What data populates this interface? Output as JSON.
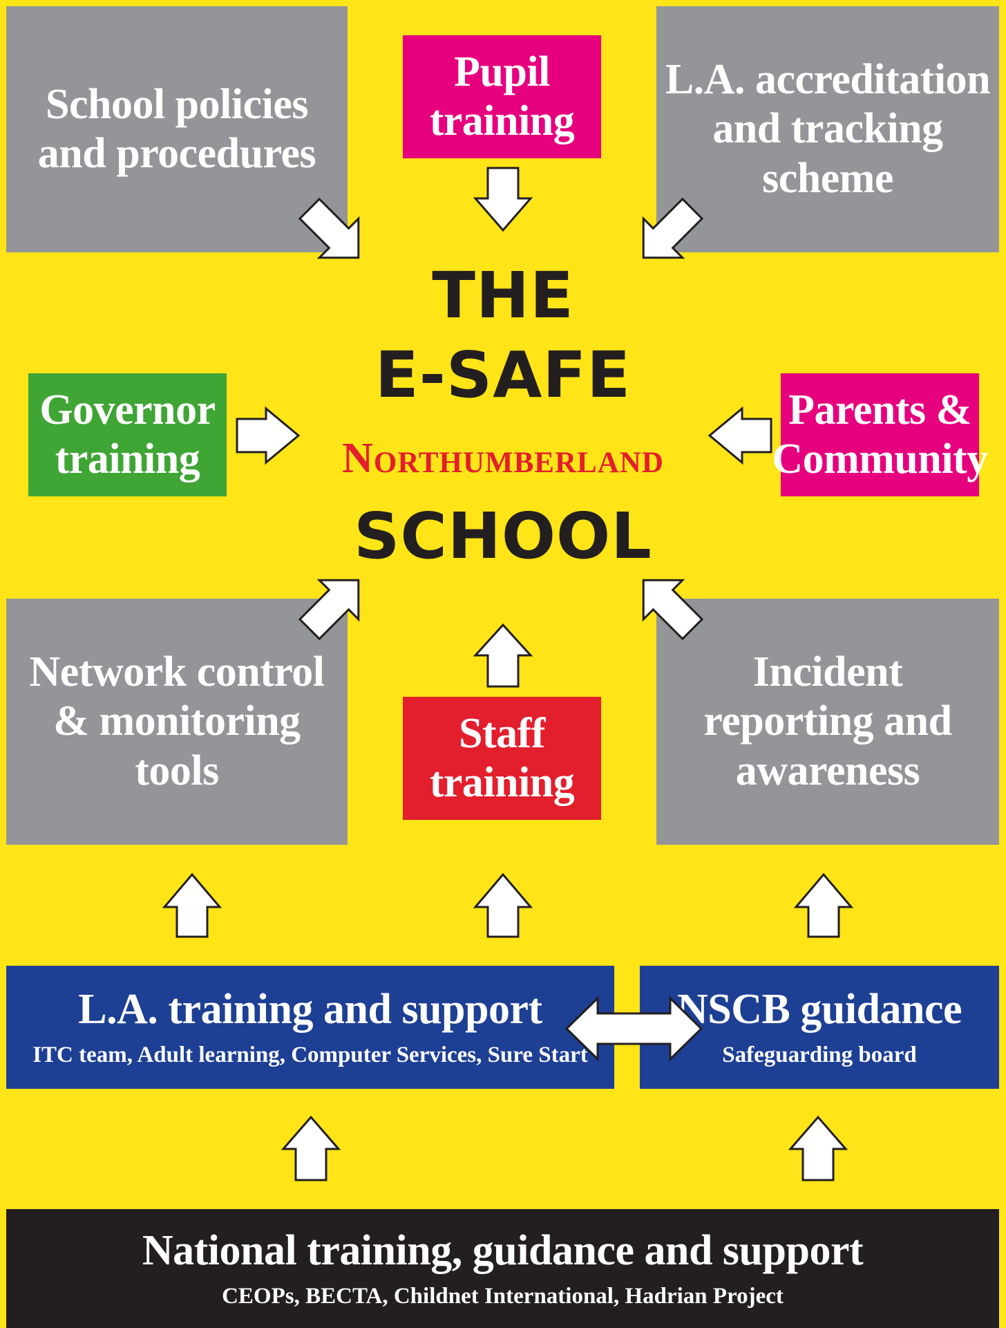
{
  "center": {
    "line1": "THE",
    "line2": "E-SAFE",
    "brand": "Northumberland",
    "line3": "SCHOOL"
  },
  "boxes": {
    "school_policies": "School policies\nand procedures",
    "pupil_training": "Pupil\ntraining",
    "la_accreditation": "L.A. accreditation\nand tracking\nscheme",
    "governor_training": "Governor\ntraining",
    "parents_community": "Parents &\nCommunity",
    "network_control": "Network control\n& monitoring\ntools",
    "staff_training": "Staff\ntraining",
    "incident_reporting": "Incident\nreporting and\nawareness",
    "la_training": {
      "title": "L.A. training and support",
      "subtitle": "ITC team, Adult learning, Computer Services, Sure Start"
    },
    "nscb": {
      "title": "NSCB guidance",
      "subtitle": "Safeguarding board"
    },
    "national": {
      "title": "National training, guidance and support",
      "subtitle": "CEOPs, BECTA, Childnet International, Hadrian Project"
    }
  },
  "colors": {
    "background": "#ffe417",
    "grey": "#939598",
    "magenta": "#e6007e",
    "green": "#3fa535",
    "red": "#e31e2d",
    "blue": "#1d3f94",
    "black": "#231f20"
  }
}
